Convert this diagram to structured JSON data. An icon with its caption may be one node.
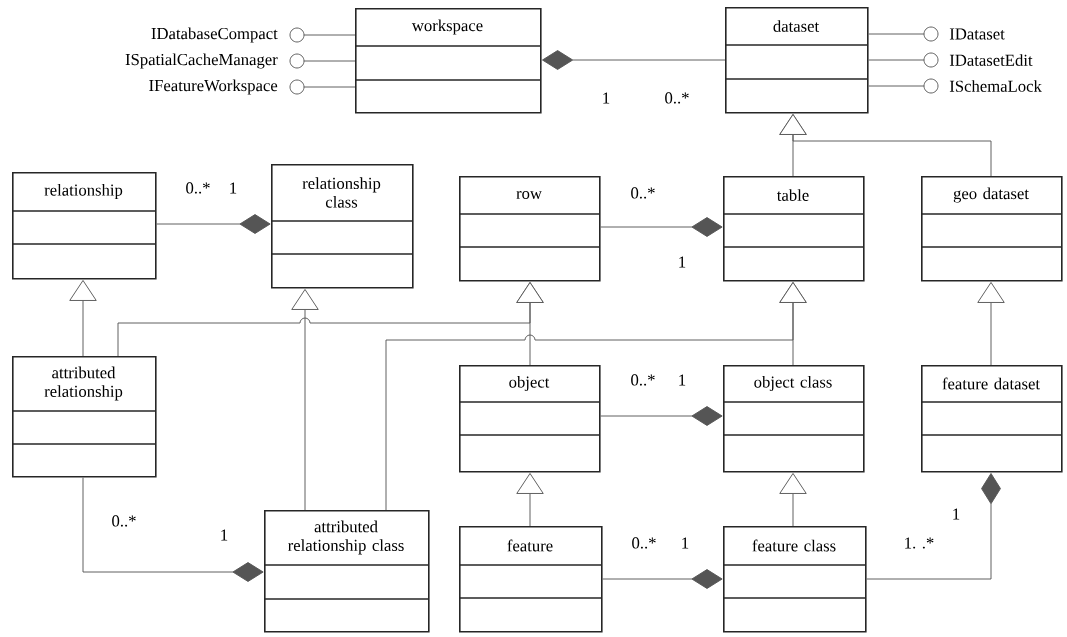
{
  "diagram": {
    "nodes": [
      {
        "text": [
          "IDatabaseCompact"
        ]
      },
      {
        "text": [
          "ISpatialCacheManager"
        ]
      },
      {
        "text": [
          "IFeatureWorkspace"
        ]
      },
      {
        "text": [
          "workspace"
        ]
      },
      {
        "text": [
          "dataset"
        ]
      },
      {
        "text": [
          "IDataset"
        ]
      },
      {
        "text": [
          "IDatasetEdit"
        ]
      },
      {
        "text": [
          "ISchemaLock"
        ]
      },
      {
        "text": [
          "relationship"
        ]
      },
      {
        "text": [
          "relationship class"
        ]
      },
      {
        "text": [
          "row"
        ]
      },
      {
        "text": [
          "table"
        ]
      },
      {
        "text": [
          "geo dataset"
        ]
      },
      {
        "text": [
          "attributed relationship"
        ]
      },
      {
        "text": [
          "object"
        ]
      },
      {
        "text": [
          "object class"
        ]
      },
      {
        "text": [
          "feature dataset"
        ]
      },
      {
        "text": [
          "attributed relationship class"
        ]
      },
      {
        "text": [
          "feature"
        ]
      },
      {
        "text": [
          "feature class"
        ]
      }
    ],
    "edges": [
      {
        "from": 3,
        "to": 0,
        "arrow": "other"
      },
      {
        "from": 3,
        "to": 1,
        "arrow": "other"
      },
      {
        "from": 3,
        "to": 2,
        "arrow": "other"
      },
      {
        "from": 4,
        "to": 5,
        "arrow": "other"
      },
      {
        "from": 4,
        "to": 6,
        "arrow": "other"
      },
      {
        "from": 4,
        "to": 7,
        "arrow": "other"
      },
      {
        "from": 4,
        "to": 3,
        "arrow": "other"
      },
      {
        "from": 8,
        "to": 9,
        "arrow": "other"
      },
      {
        "from": 10,
        "to": 11,
        "arrow": "other"
      },
      {
        "from": 11,
        "to": 4,
        "arrow": "to"
      },
      {
        "from": 12,
        "to": 4,
        "arrow": "to"
      },
      {
        "from": 13,
        "to": 8,
        "arrow": "to"
      },
      {
        "from": 17,
        "to": 9,
        "arrow": "to"
      },
      {
        "from": 13,
        "to": 10,
        "arrow": "to"
      },
      {
        "from": 14,
        "to": 10,
        "arrow": "to"
      },
      {
        "from": 17,
        "to": 11,
        "arrow": "to"
      },
      {
        "from": 15,
        "to": 11,
        "arrow": "to"
      },
      {
        "from": 16,
        "to": 12,
        "arrow": "to"
      },
      {
        "from": 13,
        "to": 17,
        "arrow": "other"
      },
      {
        "from": 14,
        "to": 15,
        "arrow": "other"
      },
      {
        "from": 18,
        "to": 19,
        "arrow": "other"
      },
      {
        "from": 18,
        "to": 14,
        "arrow": "to"
      },
      {
        "from": 19,
        "to": 15,
        "arrow": "to"
      },
      {
        "from": 19,
        "to": 16,
        "arrow": "other"
      }
    ],
    "labels": [
      "1",
      "0..*",
      "0..*",
      "1",
      "0..*",
      "1",
      "0..*",
      "1",
      "0..*",
      "1",
      "1",
      "0..*",
      "1",
      "1. .*"
    ]
  }
}
